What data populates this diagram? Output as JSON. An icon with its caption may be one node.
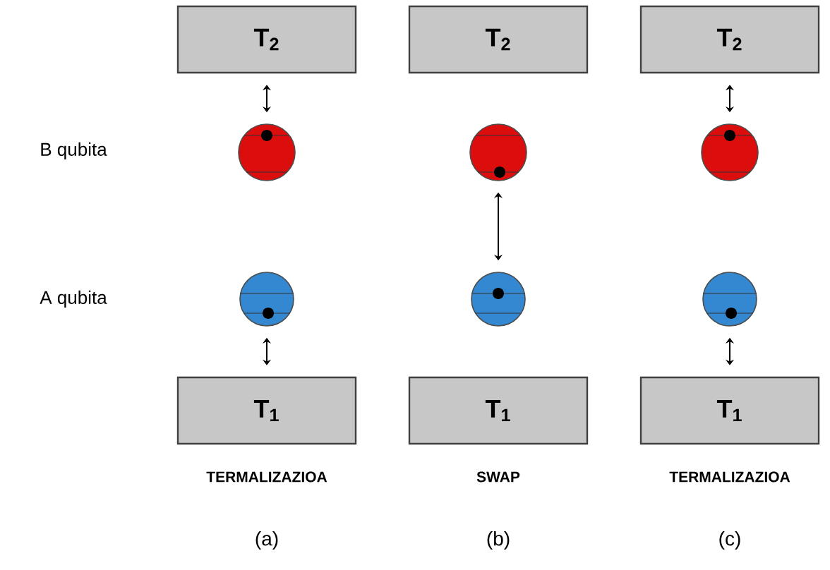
{
  "diagram": {
    "nodes": [
      {
        "text": [
          "T$_{2}$"
        ]
      },
      {
        "text": [
          "T$_{2}$"
        ]
      },
      {
        "text": [
          "T$_{2}$"
        ]
      },
      {
        "text": [],
        "shape": "circle"
      },
      {
        "text": [],
        "shape": "circle"
      },
      {
        "text": [],
        "shape": "circle"
      },
      {
        "text": [],
        "shape": "circle"
      },
      {
        "text": [],
        "shape": "circle"
      },
      {
        "text": [],
        "shape": "circle"
      },
      {
        "text": [
          "T$_{1}$"
        ]
      },
      {
        "text": [
          "T$_{1}$"
        ]
      },
      {
        "text": [
          "T$_{1}$"
        ]
      }
    ],
    "edges": [
      {
        "from": 0,
        "to": 3,
        "arrow": "both"
      },
      {
        "from": 2,
        "to": 5,
        "arrow": "both"
      },
      {
        "from": 4,
        "to": 7,
        "arrow": "both"
      },
      {
        "from": 6,
        "to": 9,
        "arrow": "both"
      },
      {
        "from": 8,
        "to": 11,
        "arrow": "both"
      }
    ],
    "labels": [
      "B qubita",
      "A qubita",
      "TERMALIZAZIOA",
      "SWAP",
      "TERMALIZAZIOA",
      "(a)",
      "(b)",
      "(c)"
    ]
  }
}
